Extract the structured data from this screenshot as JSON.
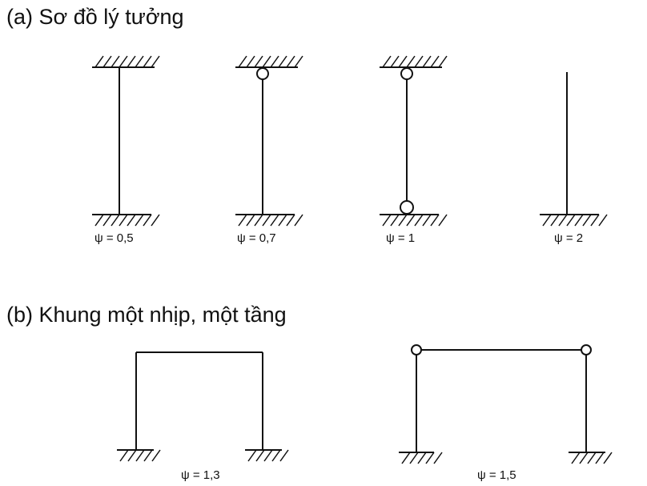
{
  "section_a": {
    "title": "(a) Sơ đồ lý tưởng",
    "columns": [
      {
        "label": "ψ = 0,5",
        "top": "fixed",
        "bottom": "fixed"
      },
      {
        "label": "ψ = 0,7",
        "top": "pinned",
        "bottom": "fixed"
      },
      {
        "label": "ψ = 1",
        "top": "pinned",
        "bottom": "pinned"
      },
      {
        "label": "ψ = 2",
        "top": "free",
        "bottom": "fixed"
      }
    ]
  },
  "section_b": {
    "title": "(b) Khung một nhịp, một tầng",
    "frames": [
      {
        "label": "ψ = 1,3",
        "joints": "rigid"
      },
      {
        "label": "ψ = 1,5",
        "joints": "pinned"
      }
    ]
  },
  "colors": {
    "ink": "#111111"
  }
}
